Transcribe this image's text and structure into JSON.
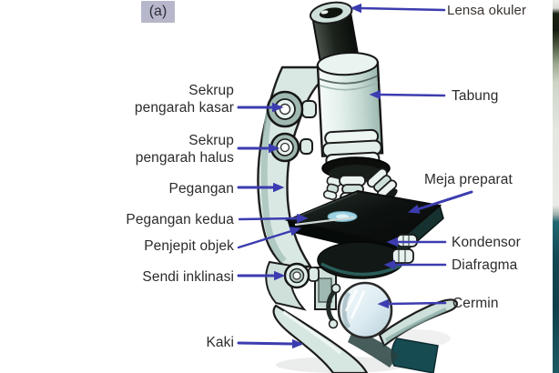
{
  "panel": {
    "label": "(a)"
  },
  "labels": {
    "lensa_okuler": "Lensa okuler",
    "tabung": "Tabung",
    "meja_preparat": "Meja preparat",
    "kondensor": "Kondensor",
    "diafragma": "Diafragma",
    "cermin": "Cermin",
    "sekrup_kasar": [
      "Sekrup",
      "pengarah kasar"
    ],
    "sekrup_halus": [
      "Sekrup",
      "pengarah halus"
    ],
    "pegangan": "Pegangan",
    "pegangan_kedua": "Pegangan kedua",
    "penjepit_objek": "Penjepit objek",
    "sendi_inklinasi": "Sendi inklinasi",
    "kaki": "Kaki"
  },
  "colors": {
    "arrow": "#3c3cb0",
    "label_text": "#2b2b2b",
    "panel_badge_bg": "#b7b7cb",
    "microscope_body_light": "#e7f1ed",
    "stage_dark": "#101513",
    "edge_strip_teal": "#1a5660"
  },
  "illustration": {
    "subject": "labeled light microscope, panel (a)"
  }
}
